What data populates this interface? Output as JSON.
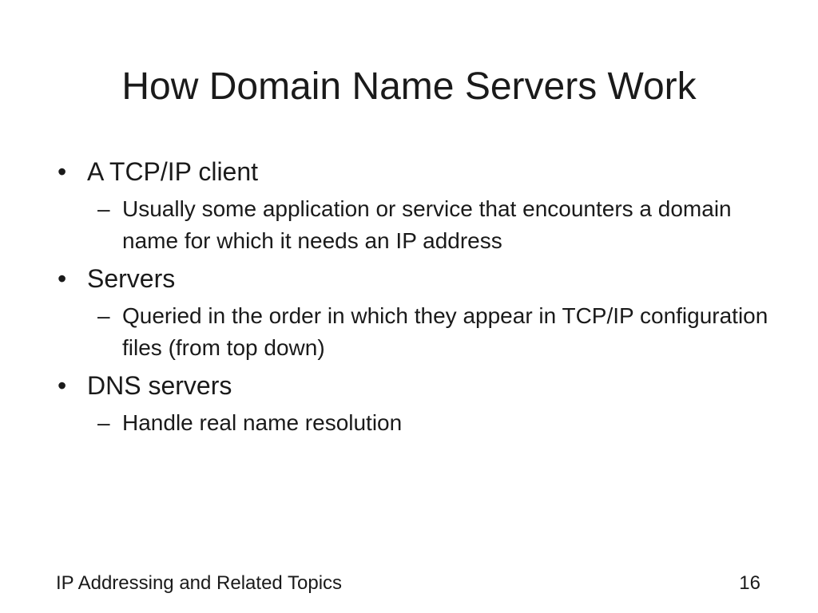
{
  "slide": {
    "title": "How Domain Name Servers Work",
    "bullet_marker": "•",
    "sub_marker": "–",
    "points": [
      {
        "text": "A TCP/IP client",
        "subpoints": [
          "Usually some application or service that encounters a domain name for which it needs an IP address"
        ]
      },
      {
        "text": "Servers",
        "subpoints": [
          "Queried in the order in which they appear in TCP/IP configuration files (from top down)"
        ]
      },
      {
        "text": "DNS servers",
        "subpoints": [
          "Handle real name resolution"
        ]
      }
    ],
    "footer": {
      "left": "IP Addressing and Related Topics",
      "page_number": "16"
    }
  }
}
